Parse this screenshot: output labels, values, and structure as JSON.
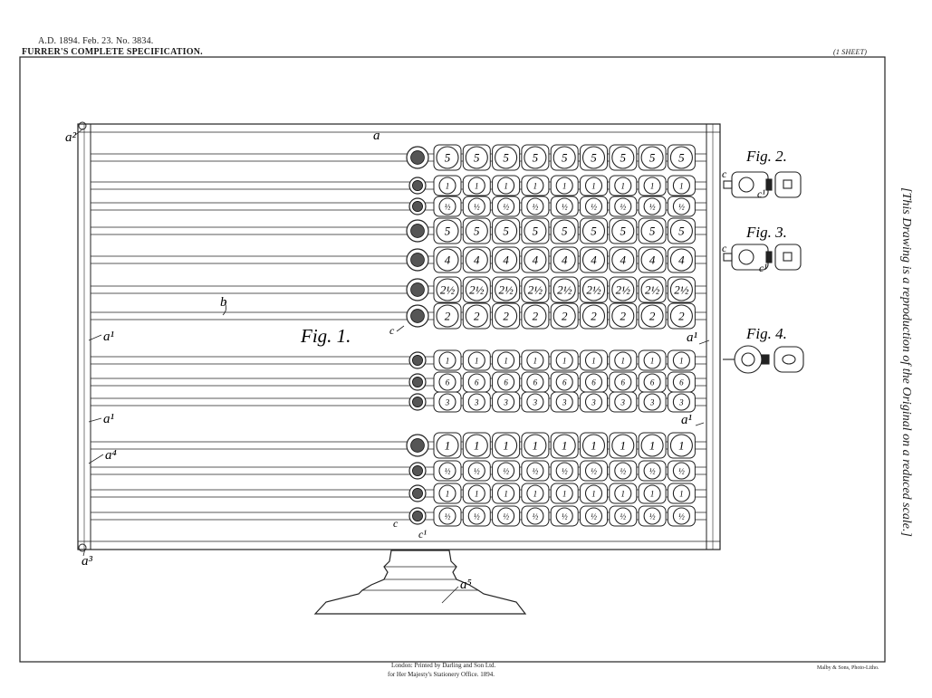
{
  "header": {
    "date_line": "A.D. 1894. Feb. 23. No. 3834.",
    "title": "FURRER'S COMPLETE SPECIFICATION.",
    "sheet": "(1 SHEET)"
  },
  "figures": {
    "fig1": "Fig. 1.",
    "fig2": "Fig. 2.",
    "fig3": "Fig. 3.",
    "fig4": "Fig. 4."
  },
  "labels": {
    "a": "a",
    "a2": "a²",
    "a1": "a¹",
    "a3": "a³",
    "a4": "a⁴",
    "a5": "a⁵",
    "b": "b",
    "c": "c",
    "c1": "c¹"
  },
  "abacus_rows": [
    {
      "value": "5"
    },
    {
      "value": "1"
    },
    {
      "value": "½"
    },
    {
      "value": "5"
    },
    {
      "value": "4"
    },
    {
      "value": "2½"
    },
    {
      "value": "2"
    },
    {
      "value": "1"
    },
    {
      "value": "6"
    },
    {
      "value": "3"
    },
    {
      "value": "1"
    },
    {
      "value": "½"
    },
    {
      "value": "1"
    },
    {
      "value": "½"
    }
  ],
  "side_note": "[This Drawing is a reproduction of the Original on a reduced scale.]",
  "footer": {
    "printer_line1": "London: Printed by Darling and Son Ltd.",
    "printer_line2": "for Her Majesty's Stationery Office. 1894.",
    "photo_credit": "Malby & Sons, Photo-Litho."
  }
}
